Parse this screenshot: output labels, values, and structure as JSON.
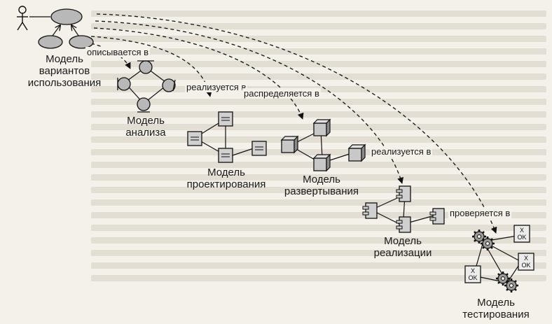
{
  "models": {
    "use_case": [
      "Модель",
      "вариантов",
      "использования"
    ],
    "analysis": [
      "Модель",
      "анализа"
    ],
    "design": [
      "Модель",
      "проектирования"
    ],
    "deployment": [
      "Модель",
      "развертывания"
    ],
    "implementation": [
      "Модель",
      "реализации"
    ],
    "test": [
      "Модель",
      "тестирования"
    ]
  },
  "relations": {
    "described": "описывается в",
    "realized_design": "реализуется в",
    "distributed": "распределяется в",
    "realized_impl": "реализуется в",
    "verified": "проверяется в"
  },
  "test_case_text": {
    "x": "X",
    "ok": "OK"
  },
  "colors": {
    "line": "#111111",
    "node_fill": "#b8b8b8",
    "box_fill": "#d0d0d0",
    "paper": "#f4f1ea"
  }
}
